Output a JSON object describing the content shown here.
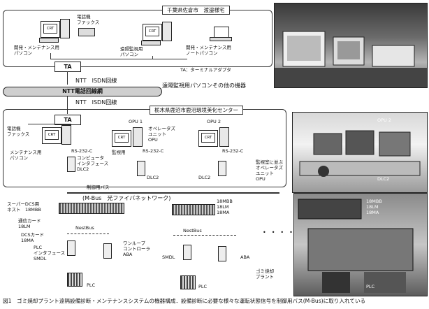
{
  "top_site": {
    "title": "千葉県佐倉市　渡邉様宅",
    "pc_dev": "開発・メンテナンス用\nパソコン",
    "phone_fax": "電話機\nファックス",
    "pc_remote": "遠隔監視用\nパソコン",
    "notebook": "開発・メンテナンス用\nノートパソコン",
    "ta_note": "TA：ターミナルアダプタ",
    "photo_caption": "遠隔監視用パソコンその他の機器"
  },
  "ta_label": "TA",
  "isdn_top": "NTT　ISDN回線",
  "ntt_net": "NTT電話回線網",
  "isdn_bottom": "NTT　ISDN回線",
  "bottom_site": {
    "title": "栃木県鹿沼市鹿沼環境美化センター",
    "phone_fax": "電話機\nファックス",
    "pc_maint": "メンテナンス用\nパソコン",
    "opu1": "OPU 1",
    "opu2": "OPU 2",
    "operator_unit": "オペレータズ\nユニット\nOPU",
    "monitor_pc": "監視用",
    "rs232_1": "RS-232-C",
    "rs232_2": "RS-232-C",
    "rs232_3": "RS-232-C",
    "computer_if": "コンピュータ\nインタフェース\nDLC2",
    "dlc2_a": "DLC2",
    "dlc2_b": "DLC2",
    "control_bus": "制御用バス",
    "mbus": "(M-Bus　光ファイバネットワーク)",
    "super_dcs": "スーパーDCS用\nネスト　18MBB",
    "comm_card": "通信カード\n18LM",
    "dcs_card": "DCSカード\n18MA",
    "rack2": "18MBB\n18LM\n18MA",
    "nestbus_1": "NestBus",
    "nestbus_2": "NestBus",
    "plc_if": "PLC\nインタフェース\nSMDL",
    "one_loop": "ワンループ\nコントローラ\nABA",
    "smdl": "SMDL",
    "aba": "ABA",
    "plc_1": "PLC",
    "plc_2": "PLC",
    "dots": "•　•　•　•",
    "photo1_opu": "OPU 2",
    "photo1_dlc": "DLC2",
    "photo1_caption": "監視室に並ぶ\nオペレータズ\nユニット\nOPU",
    "photo2_rack": "18MBB\n18LM\n18MA",
    "photo2_plant": "ゴミ焼却\nプラント",
    "photo2_plc": "PLC"
  },
  "caption": "図1　ゴミ焼却プラント遠隔設備診断・メンテナンスシステムの機器構成．設備診断に必要な様々な運転状態信号を制御用バス(M-Bus)に取り入れている"
}
